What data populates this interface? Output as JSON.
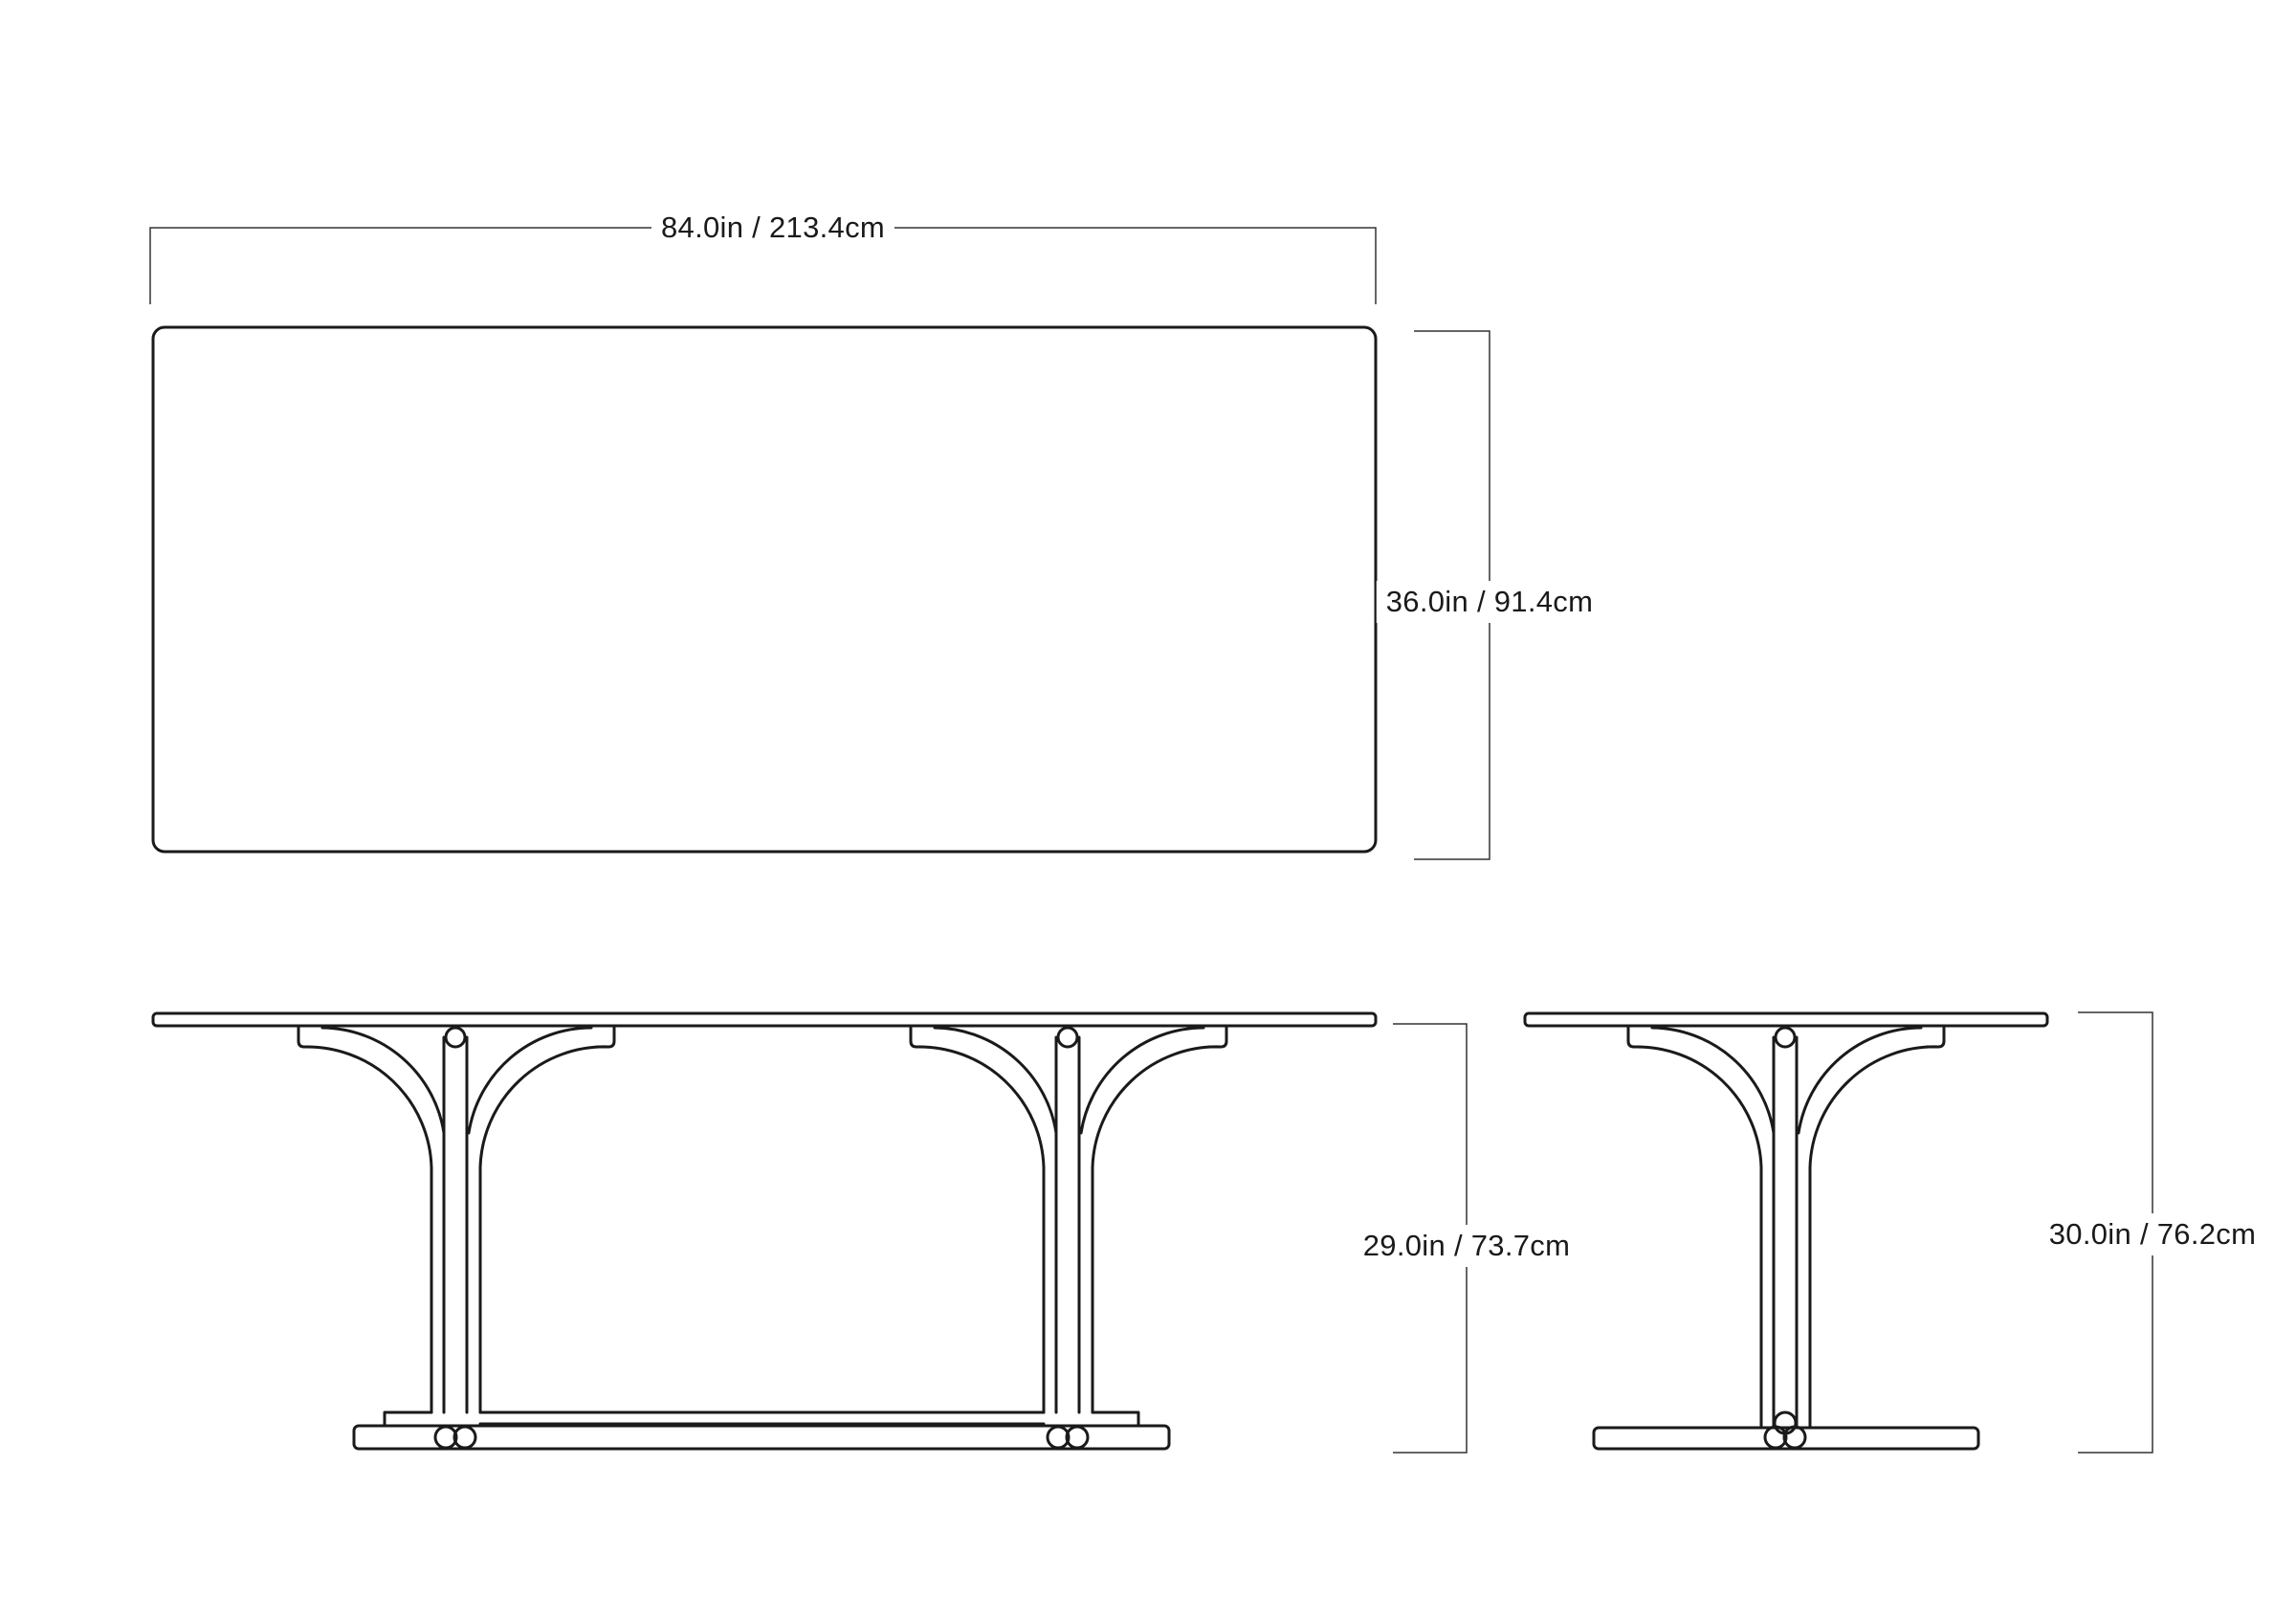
{
  "dimensions": {
    "top_width": "84.0in / 213.4cm",
    "top_depth": "36.0in / 91.4cm",
    "side_height": "29.0in / 73.7cm",
    "end_height": "30.0in / 76.2cm"
  },
  "colors": {
    "line": "#1a1a1a",
    "dimension_line": "#333333",
    "background": "#ffffff"
  }
}
